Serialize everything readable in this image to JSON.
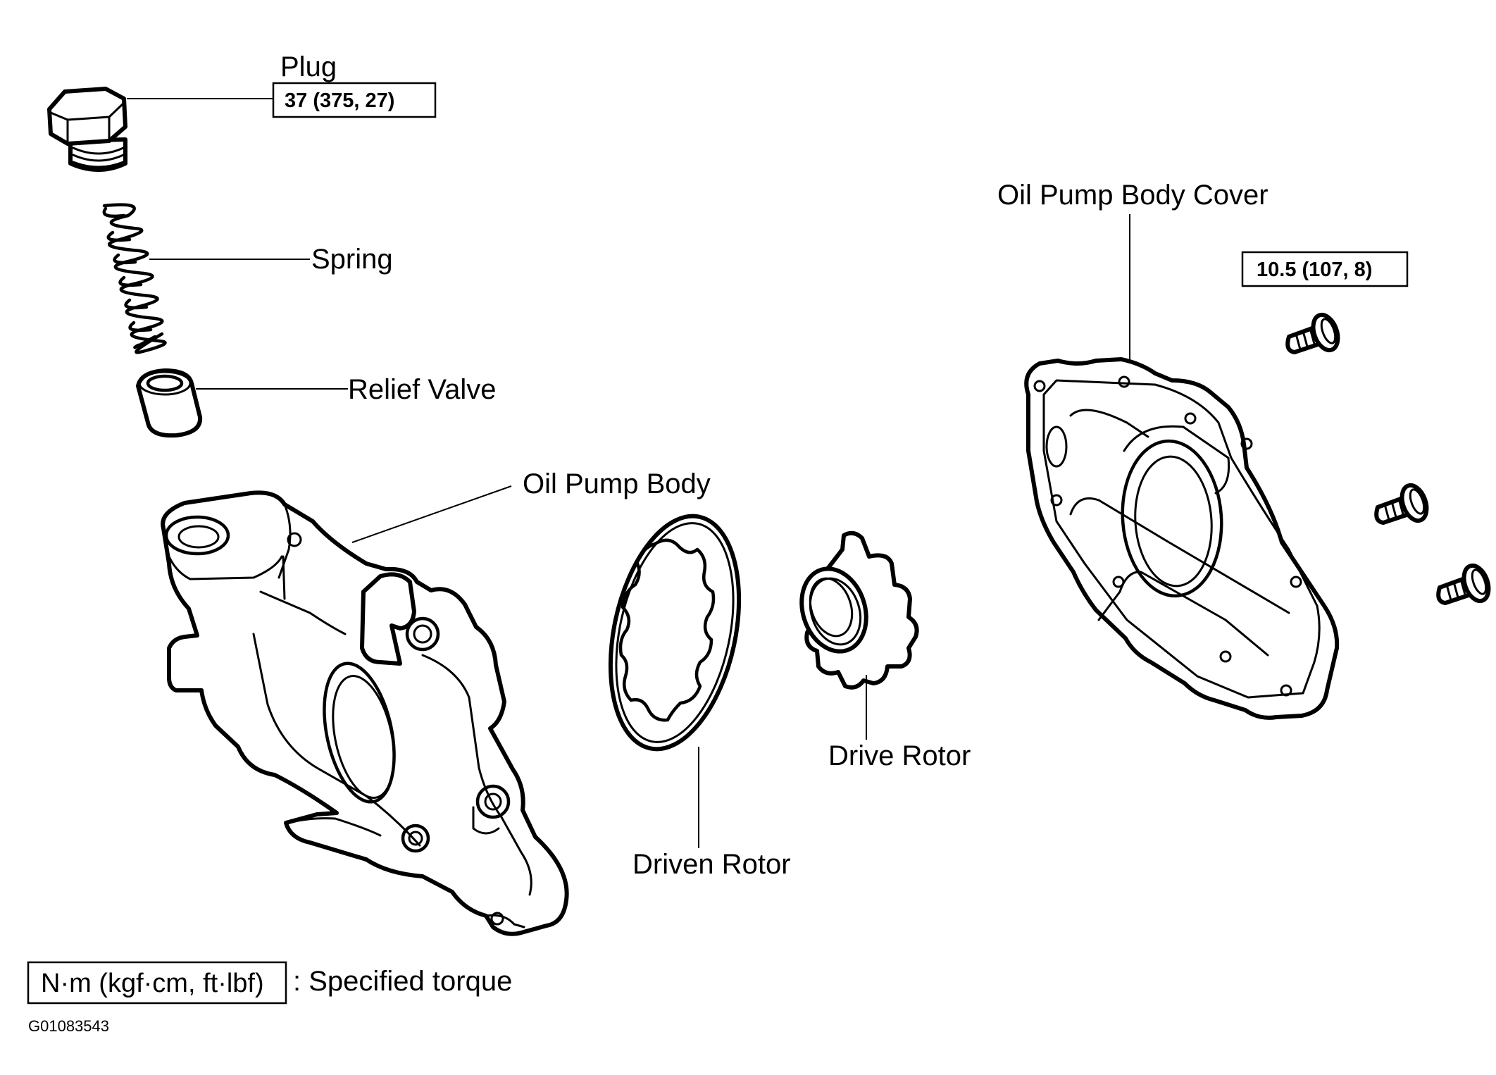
{
  "labels": {
    "plug": "Plug",
    "plug_torque": "37 (375, 27)",
    "spring": "Spring",
    "relief_valve": "Relief Valve",
    "oil_pump_body": "Oil Pump Body",
    "driven_rotor": "Driven Rotor",
    "drive_rotor": "Drive Rotor",
    "oil_pump_body_cover": "Oil Pump Body Cover",
    "cover_torque": "10.5 (107, 8)"
  },
  "legend": {
    "unit": "N·m (kgf·cm, ft·lbf)",
    "meaning": ": Specified torque"
  },
  "figure_code": "G01083543",
  "colors": {
    "ink": "#000000",
    "paper": "#ffffff"
  }
}
